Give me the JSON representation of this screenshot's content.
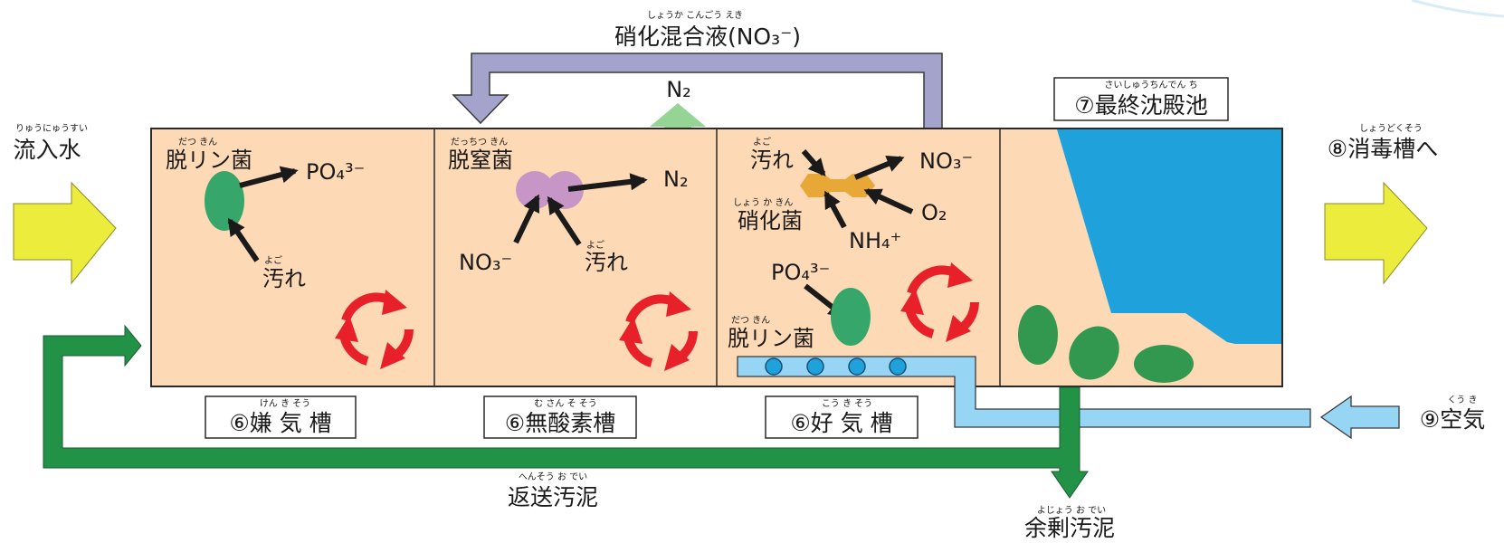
{
  "top": {
    "nitrified_liquid_ruby": "しょうか こんごう えき",
    "nitrified_liquid": "硝化混合液(NO₃⁻)",
    "n2_out": "N₂"
  },
  "inflow": {
    "ruby": "りゅうにゅうすい",
    "label": "流入水"
  },
  "outflow": {
    "ruby": "しょうどくそう",
    "label": "⑧消毒槽へ"
  },
  "air": {
    "ruby": "くう き",
    "label": "⑨空気"
  },
  "tanks": {
    "anaerobic": {
      "ruby": "けん  き  そう",
      "label": "⑥嫌 気 槽",
      "bacteria_ruby": "だつ         きん",
      "bacteria": "脱リン菌",
      "po4": "PO₄³⁻",
      "dirt_ruby": "よご",
      "dirt": "汚れ"
    },
    "anoxic": {
      "ruby": "む さん  そ  そう",
      "label": "⑥無酸素槽",
      "bacteria_ruby": "だっちつ きん",
      "bacteria": "脱窒菌",
      "n2": "N₂",
      "no3": "NO₃⁻",
      "dirt_ruby": "よご",
      "dirt": "汚れ"
    },
    "aerobic": {
      "ruby": "こう  き  そう",
      "label": "⑥好 気 槽",
      "dirt_ruby": "よご",
      "dirt": "汚れ",
      "nitrifier_ruby": "しょう か  きん",
      "nitrifier": "硝化菌",
      "no3": "NO₃⁻",
      "o2": "O₂",
      "nh4": "NH₄⁺",
      "po4": "PO₄³⁻",
      "bacteria_ruby": "だつ         きん",
      "bacteria": "脱リン菌"
    },
    "settling": {
      "ruby": "さいしゅうちんでん ち",
      "label": "⑦最終沈殿池"
    }
  },
  "return_sludge": {
    "ruby": "へんそう お でい",
    "label": "返送汚泥"
  },
  "excess_sludge": {
    "ruby": "よじょう お でい",
    "label": "余剰汚泥"
  },
  "colors": {
    "tank_fill": "#fdd9b5",
    "yellow_arrow": "#ecec3c",
    "recycle_pipe": "#a3a3cc",
    "n2_arrow": "#96d496",
    "sludge_green": "#229247",
    "air_blue": "#96d6f4",
    "water_blue": "#1fa2dc",
    "bacteria_green": "#36a66b",
    "denitrifier_purple": "#c796c6",
    "nitrifier_orange": "#e8a838",
    "cycle_red": "#e8202a"
  }
}
